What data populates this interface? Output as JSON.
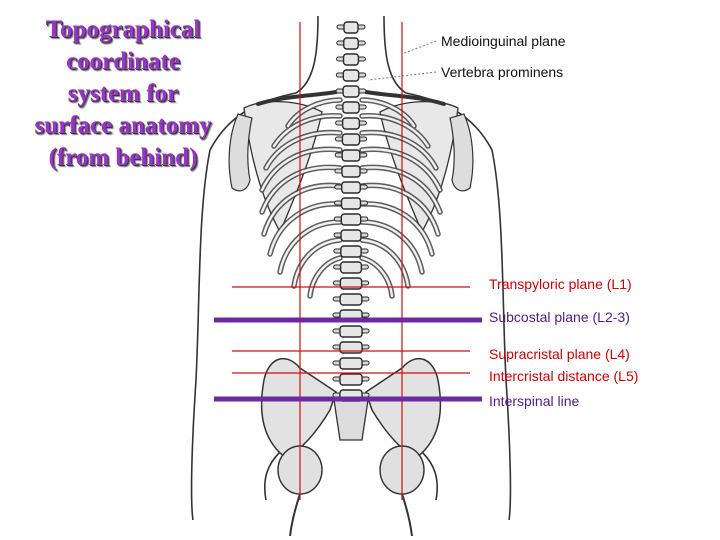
{
  "title": "Topographical\ncoordinate\nsystem for\nsurface anatomy\n(from behind)",
  "labels": {
    "medioinguinal": "Medioinguinal plane",
    "vertebra_prominens": "Vertebra prominens",
    "transpyloric": "Transpyloric plane (L1)",
    "subcostal": "Subcostal plane (L2-3)",
    "supracristal": "Supracristal plane (L4)",
    "intercristal": "Intercristal distance (L5)",
    "interspinal": "Interspinal line"
  },
  "colors": {
    "title": "#9933cc",
    "red_label": "#cc0000",
    "purple_label": "#551a8b",
    "dark_label": "#111111",
    "red_line": "#cc1111",
    "purple_line": "#6a2aa0",
    "bone": "#e4e4e4",
    "outline": "#2a2a2a"
  }
}
